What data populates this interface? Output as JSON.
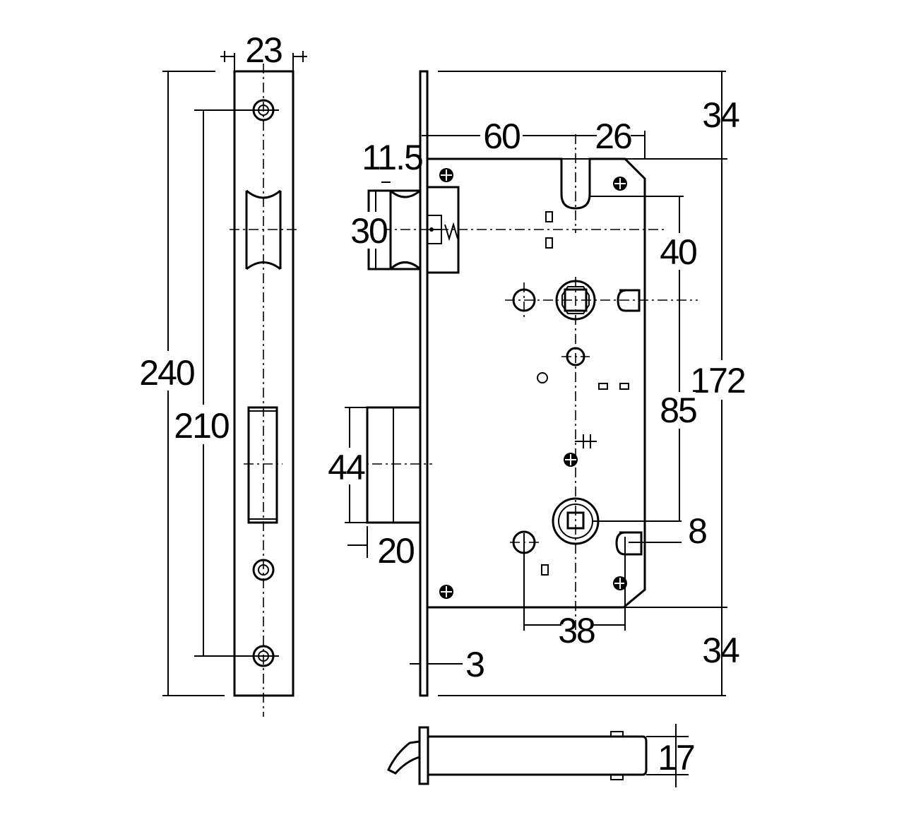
{
  "dimensions": {
    "faceplate_width": "23",
    "faceplate_length": "240",
    "screw_spacing": "210",
    "backset": "60",
    "cam_width": "26",
    "face_offset": "11.5",
    "latch_height": "30",
    "top_margin": "34",
    "case_height": "172",
    "latch_to_handle": "40",
    "handle_to_cylinder": "85",
    "square_spindle": "8",
    "deadbolt_height": "44",
    "deadbolt_throw": "20",
    "spindle_spacing": "38",
    "bottom_margin": "34",
    "faceplate_thickness": "3",
    "case_depth": "17"
  }
}
